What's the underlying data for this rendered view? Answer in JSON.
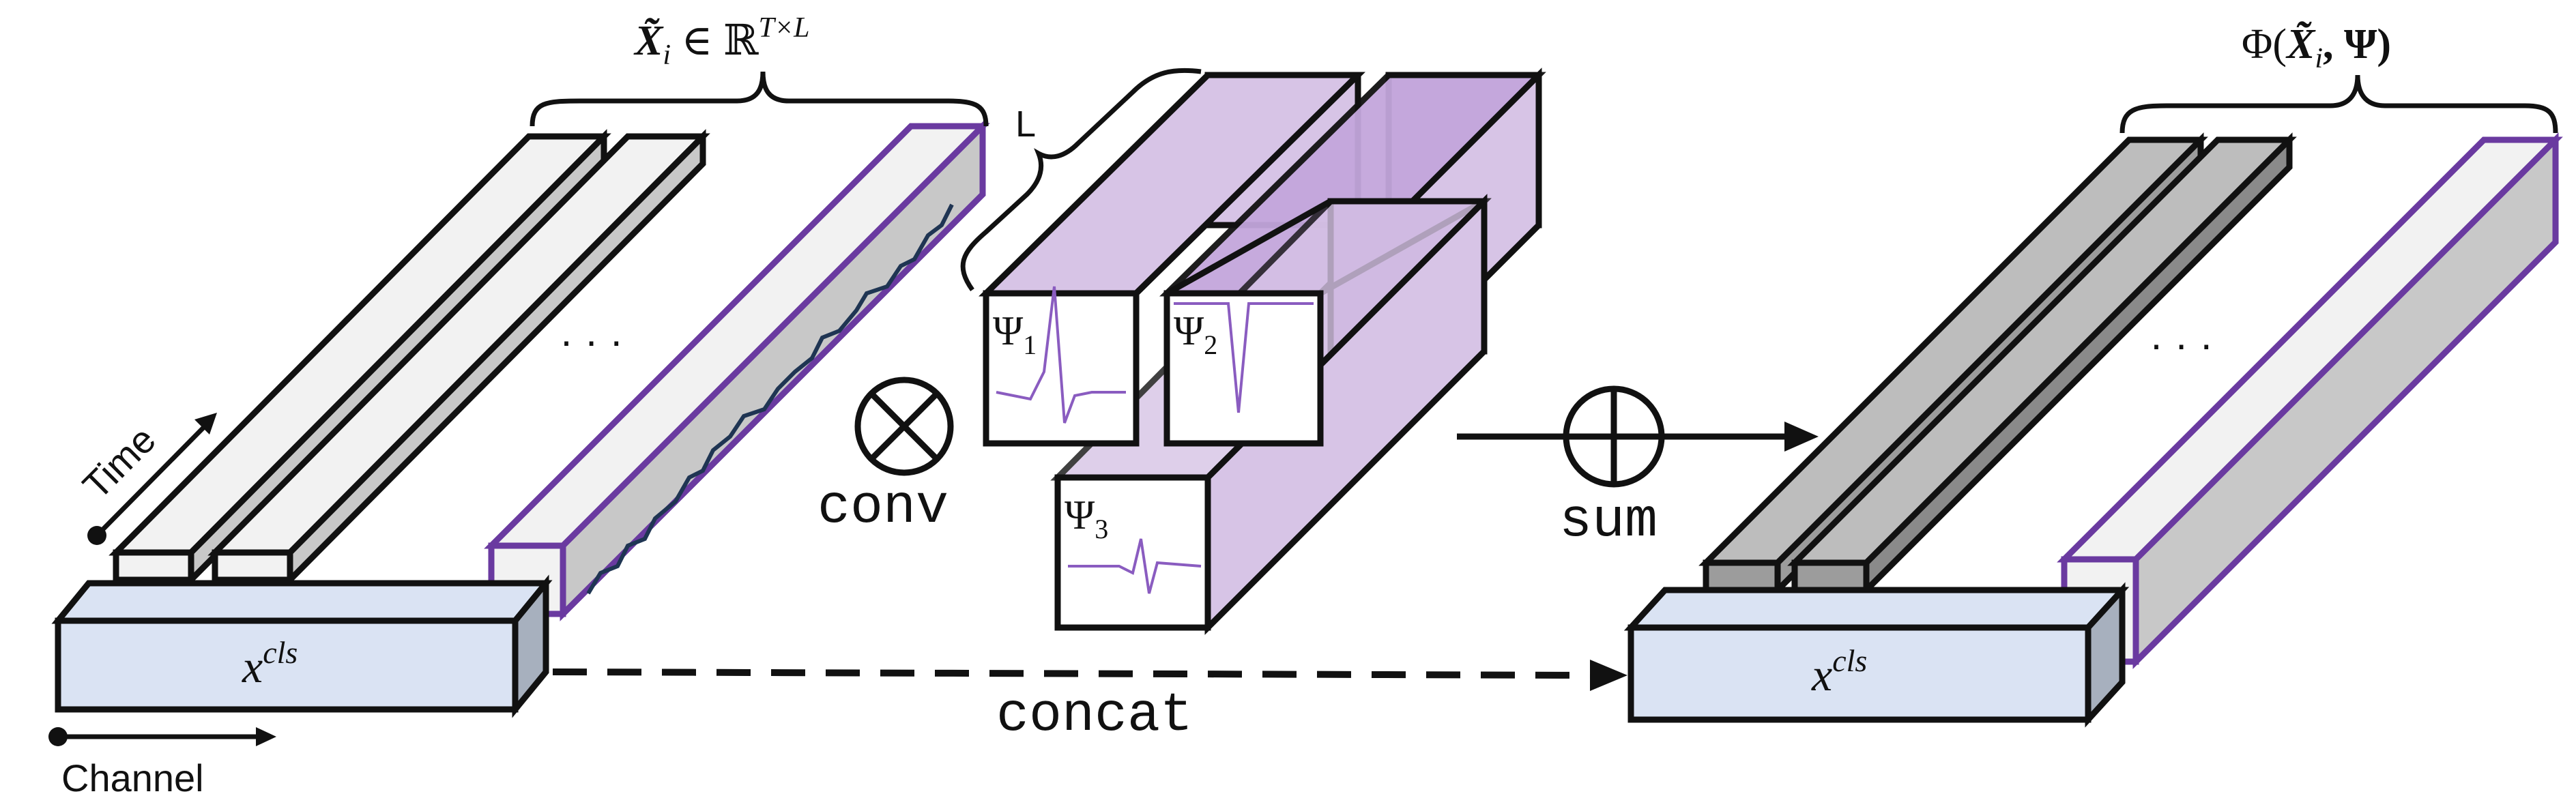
{
  "labels": {
    "input_tensor": {
      "base": "X̃",
      "sub": "i",
      "mid": " ∈ ℝ",
      "sup": "T×L"
    },
    "output": {
      "pre": "Φ(",
      "base": "X̃",
      "sub": "i",
      "post": ", Ψ)"
    },
    "window_length": "L",
    "time_axis": "Time",
    "channel_axis": "Channel",
    "ellipsis_left": "· · ·",
    "ellipsis_right": "· · ·",
    "cls_left": {
      "base": "x",
      "sup": "cls"
    },
    "cls_right": {
      "base": "x",
      "sup": "cls"
    },
    "conv_op": "conv",
    "sum_op": "sum",
    "concat_op": "concat",
    "filters": [
      {
        "base": "Ψ",
        "sub": "1"
      },
      {
        "base": "Ψ",
        "sub": "2"
      },
      {
        "base": "Ψ",
        "sub": "3"
      }
    ]
  },
  "colors": {
    "stroke": "#111111",
    "bar_light": "#f2f2f2",
    "bar_mid": "#c8c8c8",
    "bar_dark": "#9c9c9c",
    "purple": "#6a3aa0",
    "purple_fill": "#d7c4e6",
    "purple_deep": "#b595d2",
    "cls_fill": "#dae3f3",
    "signal": "#1f3553"
  }
}
